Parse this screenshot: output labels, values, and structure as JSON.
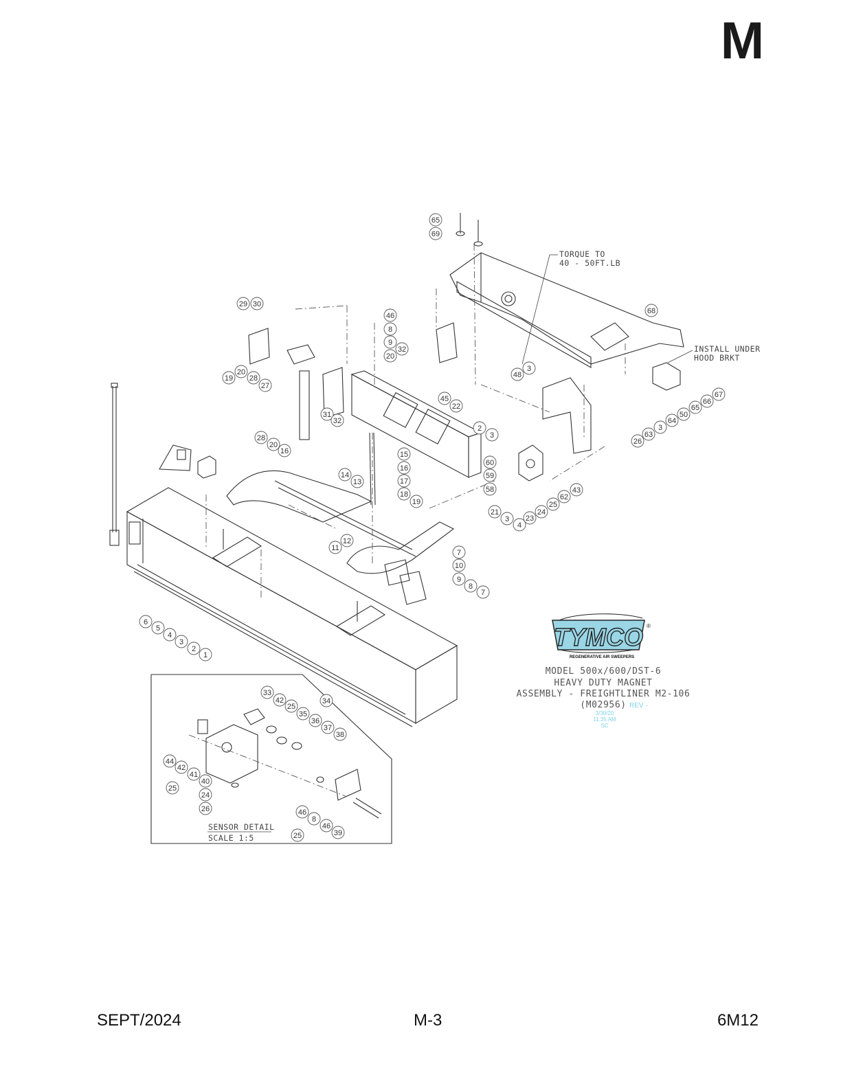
{
  "page": {
    "section_letter": "M",
    "footer_left": "SEPT/2024",
    "footer_center": "M-3",
    "footer_right": "6M12"
  },
  "notes": {
    "torque_line1": "TORQUE TO",
    "torque_line2": "40 - 50FT.LB",
    "install_line1": "INSTALL UNDER",
    "install_line2": "HOOD BRKT",
    "sensor_line1": "SENSOR DETAIL",
    "sensor_line2": "SCALE 1:5"
  },
  "logo": {
    "wordmark": "TYMCO",
    "tagline": "REGENERATIVE AIR SWEEPERS",
    "registered": "®"
  },
  "title_block": {
    "line1": "MODEL 500x/600/DST-6",
    "line2": "HEAVY DUTY MAGNET",
    "line3": "ASSEMBLY - FREIGHTLINER M2-106",
    "line4": "(M02956)",
    "rev": "REV -",
    "stamp_date": "3/30/20",
    "stamp_time": "11:35 AM",
    "stamp_initials": "SC"
  },
  "callouts": [
    "65",
    "69",
    "29",
    "30",
    "46",
    "8",
    "9",
    "20",
    "32",
    "19",
    "20",
    "28",
    "27",
    "31",
    "32",
    "45",
    "22",
    "68",
    "48",
    "3",
    "2",
    "3",
    "67",
    "66",
    "65",
    "50",
    "64",
    "3",
    "63",
    "26",
    "28",
    "20",
    "16",
    "15",
    "16",
    "17",
    "18",
    "14",
    "13",
    "19",
    "60",
    "59",
    "58",
    "62",
    "43",
    "23",
    "24",
    "25",
    "21",
    "3",
    "4",
    "12",
    "11",
    "7",
    "10",
    "9",
    "8",
    "7",
    "6",
    "5",
    "4",
    "3",
    "2",
    "1",
    "33",
    "42",
    "25",
    "34",
    "35",
    "36",
    "37",
    "38",
    "44",
    "42",
    "41",
    "40",
    "25",
    "24",
    "26",
    "46",
    "8",
    "46",
    "39",
    "25"
  ]
}
